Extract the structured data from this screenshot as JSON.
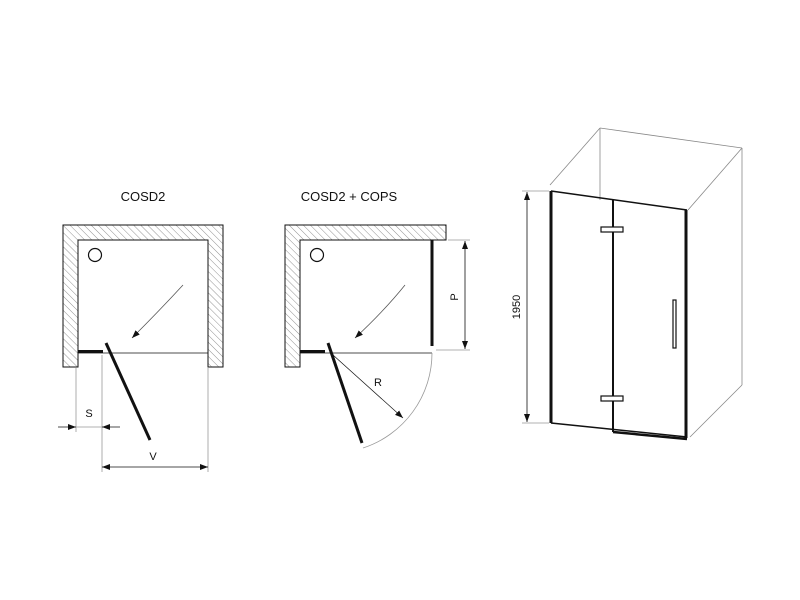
{
  "diagrams": {
    "left": {
      "title": "COSD2",
      "dim_s": "S",
      "dim_v": "V"
    },
    "middle": {
      "title": "COSD2 + COPS",
      "dim_r": "R",
      "dim_p": "P"
    },
    "right": {
      "dim_height": "1950"
    }
  },
  "colors": {
    "line": "#111111",
    "thin": "#999999",
    "hatch": "#777777"
  }
}
